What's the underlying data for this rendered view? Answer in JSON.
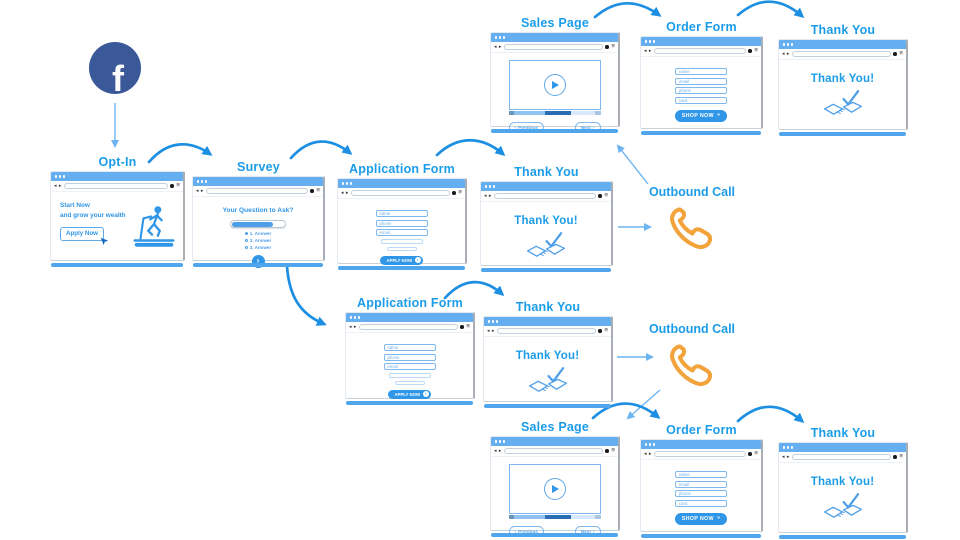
{
  "diagram": {
    "type": "marketing-funnel-flowchart",
    "accent_color": "#1B9CE9",
    "arrow_color": "#1D8FE2",
    "light_arrow_color": "#6CB5F2",
    "phone_color": "#F2A33C",
    "facebook_color": "#3B5998",
    "window_chrome_color": "#65AEEF"
  },
  "nodes": {
    "optin": {
      "label": "Opt-In",
      "headline_line1": "Start Now",
      "headline_line2": "and grow your wealth",
      "button_label": "Apply Now"
    },
    "survey": {
      "label": "Survey",
      "question": "Your Question to Ask?",
      "options": [
        "1. Answer",
        "2. Answer",
        "3. Answer"
      ],
      "progress_width": "78%"
    },
    "application_form": {
      "label": "Application Form",
      "fields": [
        "name",
        "phone",
        "email"
      ],
      "button_label": "APPLY NOW"
    },
    "thank_you": {
      "label": "Thank You",
      "message": "Thank You!"
    },
    "outbound_call": {
      "label": "Outbound Call"
    },
    "sales_page": {
      "label": "Sales Page",
      "previous_label": "Previous",
      "next_label": "Next"
    },
    "order_form": {
      "label": "Order Form",
      "fields": [
        "name",
        "email",
        "phone",
        "card"
      ],
      "button_label": "SHOP NOW"
    }
  },
  "icons": {
    "facebook": "f",
    "back_forward": "◂ ▸",
    "menu": "≡",
    "next_chevron": "›",
    "chev_left": "‹",
    "chev_right": "›",
    "shop_now_chevrons": "»"
  },
  "edges": [
    {
      "from": "facebook",
      "to": "opt-in"
    },
    {
      "from": "opt-in",
      "to": "survey"
    },
    {
      "from": "survey",
      "to": "application-form-1"
    },
    {
      "from": "application-form-1",
      "to": "thank-you-1"
    },
    {
      "from": "thank-you-1",
      "to": "outbound-call-1"
    },
    {
      "from": "outbound-call-1",
      "to": "sales-page-top"
    },
    {
      "from": "sales-page-top",
      "to": "order-form-top"
    },
    {
      "from": "order-form-top",
      "to": "thank-you-top"
    },
    {
      "from": "survey",
      "to": "application-form-2"
    },
    {
      "from": "application-form-2",
      "to": "thank-you-2"
    },
    {
      "from": "thank-you-2",
      "to": "outbound-call-2"
    },
    {
      "from": "outbound-call-2",
      "to": "sales-page-bottom"
    },
    {
      "from": "sales-page-bottom",
      "to": "order-form-bottom"
    },
    {
      "from": "order-form-bottom",
      "to": "thank-you-bottom"
    }
  ]
}
